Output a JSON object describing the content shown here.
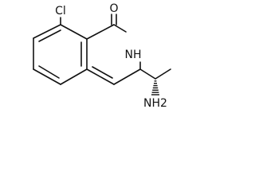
{
  "molecule": {
    "atom_labels": {
      "cl": "Cl",
      "carbonyl_o": "O",
      "nh": "NH",
      "amine": "NH2"
    },
    "colors": {
      "bond": "#111111",
      "text": "#111111",
      "background": "#ffffff"
    },
    "stereo": "hashed-wedge"
  }
}
